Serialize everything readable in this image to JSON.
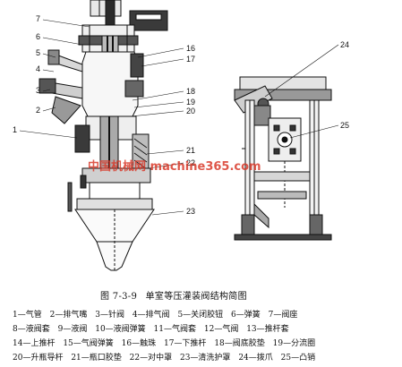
{
  "figure": {
    "fig_number": "图 7-3-9",
    "title": "单室等压灌装阀结构简图"
  },
  "watermark": "中国机械网 machine365.com",
  "callouts": [
    "1",
    "2",
    "3",
    "4",
    "5",
    "6",
    "7",
    "16",
    "17",
    "18",
    "19",
    "20",
    "21",
    "22",
    "23",
    "24",
    "25"
  ],
  "legend": [
    [
      "1—气管",
      "2—排气嘴",
      "3—针阀",
      "4—排气阀",
      "5—关闭胶钮",
      "6—弹簧",
      "7—阀座"
    ],
    [
      "8—液阀套",
      "9—液阀",
      "10—液阀弹簧",
      "11—气阀套",
      "12—气阀",
      "13—推杆套"
    ],
    [
      "14—上推杆",
      "15—气阀弹簧",
      "16—触珠",
      "17—下推杆",
      "18—阀底胶垫",
      "19—分流圈"
    ],
    [
      "20—升瓶导杆",
      "21—瓶口胶垫",
      "22—对中罩",
      "23—清洗护罩",
      "24—拨爪",
      "25—凸销"
    ]
  ]
}
